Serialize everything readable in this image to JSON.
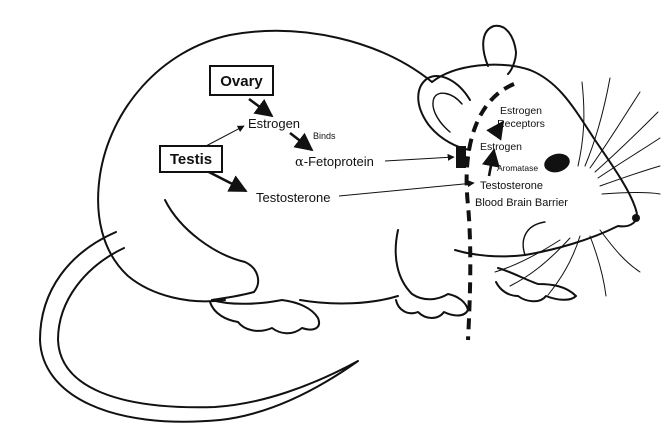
{
  "labels": {
    "ovary": "Ovary",
    "testis": "Testis",
    "estrogen_blood": "Estrogen",
    "binds": "Binds",
    "alpha_prefix": "α",
    "fetoprotein": "-Fetoprotein",
    "testosterone_blood": "Testosterone",
    "estrogen_receptors_line1": "Estrogen",
    "estrogen_receptors_line2": "Receptors",
    "estrogen_brain": "Estrogen",
    "aromatase": "Aromatase",
    "testosterone_brain": "Testosterone",
    "blood_brain_barrier": "Blood Brain Barrier"
  }
}
